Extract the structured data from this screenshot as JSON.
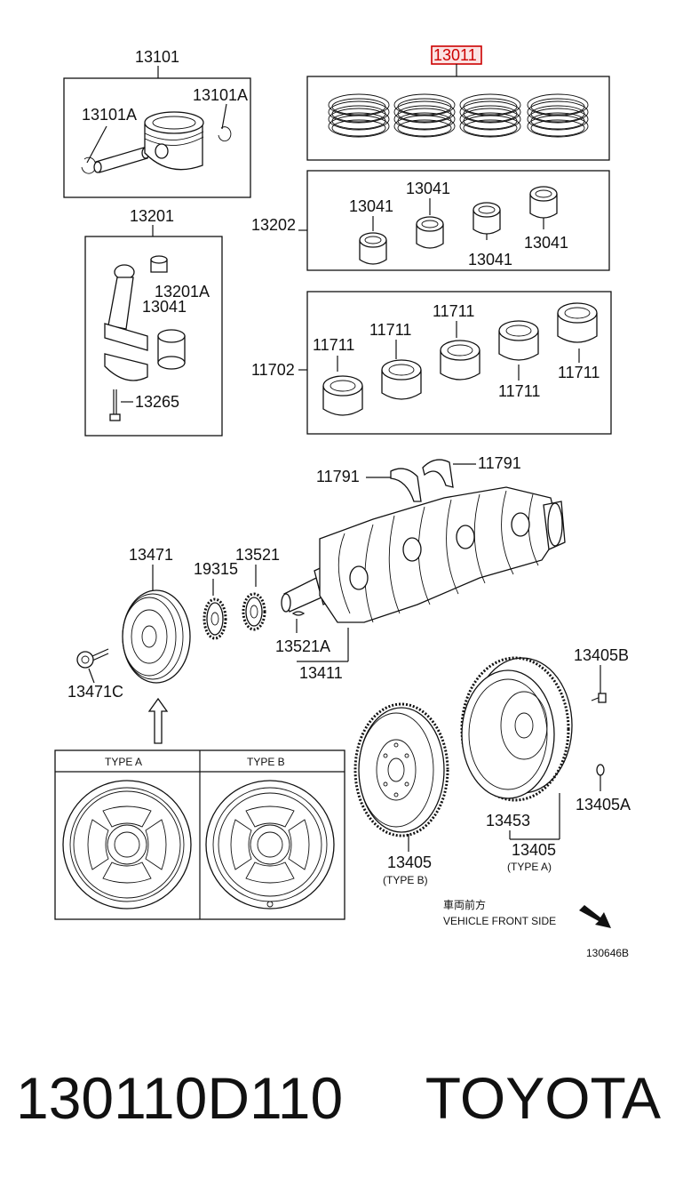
{
  "labels": {
    "13101": "13101",
    "13101A": "13101A",
    "13011": "13011",
    "13201": "13201",
    "13201A": "13201A",
    "13041": "13041",
    "13265": "13265",
    "13202": "13202",
    "11702": "11702",
    "11711": "11711",
    "11791": "11791",
    "13471": "13471",
    "19315": "19315",
    "13521": "13521",
    "13521A": "13521A",
    "13411": "13411",
    "13471C": "13471C",
    "13405B": "13405B",
    "13405A": "13405A",
    "13453": "13453",
    "13405": "13405"
  },
  "type_a": "TYPE A",
  "type_b": "TYPE B",
  "type_a_paren": "(TYPE A)",
  "type_b_paren": "(TYPE B)",
  "front_jp": "車両前方",
  "front_en": "VEHICLE FRONT SIDE",
  "diagram_code": "130646B",
  "highlight_color": "#cc0000",
  "part_number": "130110D110",
  "brand": "TOYOTA"
}
